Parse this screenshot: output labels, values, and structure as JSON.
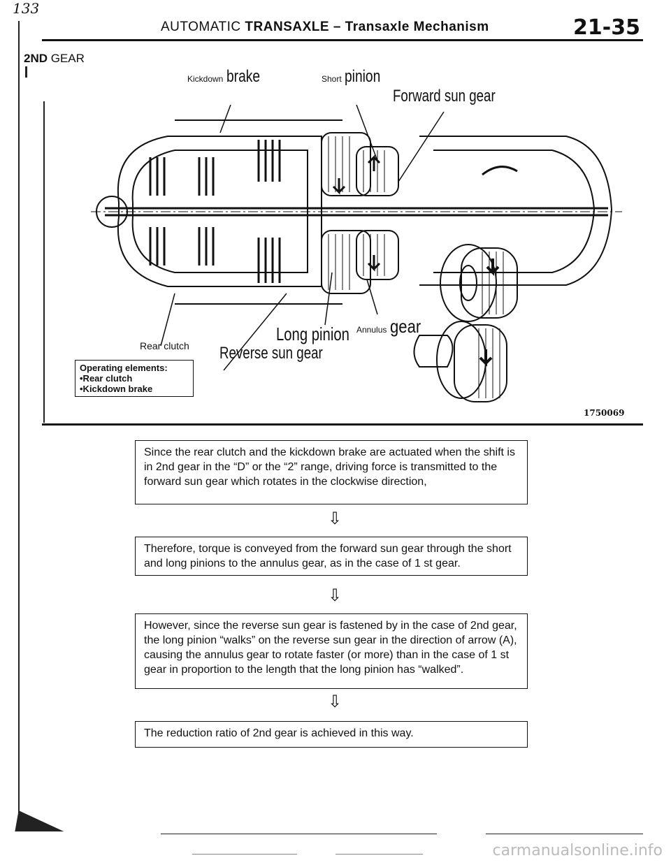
{
  "page": {
    "corner_note": "133",
    "header_prefix": "AUTOMATIC",
    "header_bold": "TRANSAXLE",
    "header_suffix": "– Transaxle Mechanism",
    "page_number": "21-35",
    "section_bold": "2ND",
    "section_rest": "GEAR"
  },
  "figure": {
    "labels": {
      "kickdown_brake_prefix": "Kickdown",
      "kickdown_brake_main": "brake",
      "short_pinion_prefix": "Short",
      "short_pinion_main": "pinion",
      "forward_sun_gear": "Forward sun gear",
      "annulus_gear_prefix": "Annulus",
      "annulus_gear_main": "gear",
      "long_pinion": "Long pinion",
      "rear_clutch": "Rear clutch",
      "reverse_sun_gear": "Reverse sun gear"
    },
    "legend": {
      "title": "Operating elements:",
      "items": [
        "•Rear clutch",
        "•Kickdown brake"
      ]
    },
    "figure_id": "1750069"
  },
  "flow": {
    "box1": "Since the rear clutch and the kickdown brake are actuated when the shift is in 2nd gear in the “D” or the “2” range, driving force is transmitted to the forward sun gear which rotates in the clockwise direction,",
    "box2": "Therefore, torque is conveyed from the forward sun gear through the short and long pinions to the annulus gear, as in the case of 1 st gear.",
    "box3": "However, since the reverse sun gear is fastened by in the case of 2nd gear, the long pinion “walks” on the reverse sun gear in the direction of arrow (A), causing the annulus gear to rotate faster (or more) than in the case of 1 st gear in proportion to the length that the long pinion has “walked”.",
    "box4": "The reduction ratio of 2nd gear is achieved in this way.",
    "arrow_glyph": "⇩"
  },
  "watermark": "carmanualsonline.info"
}
